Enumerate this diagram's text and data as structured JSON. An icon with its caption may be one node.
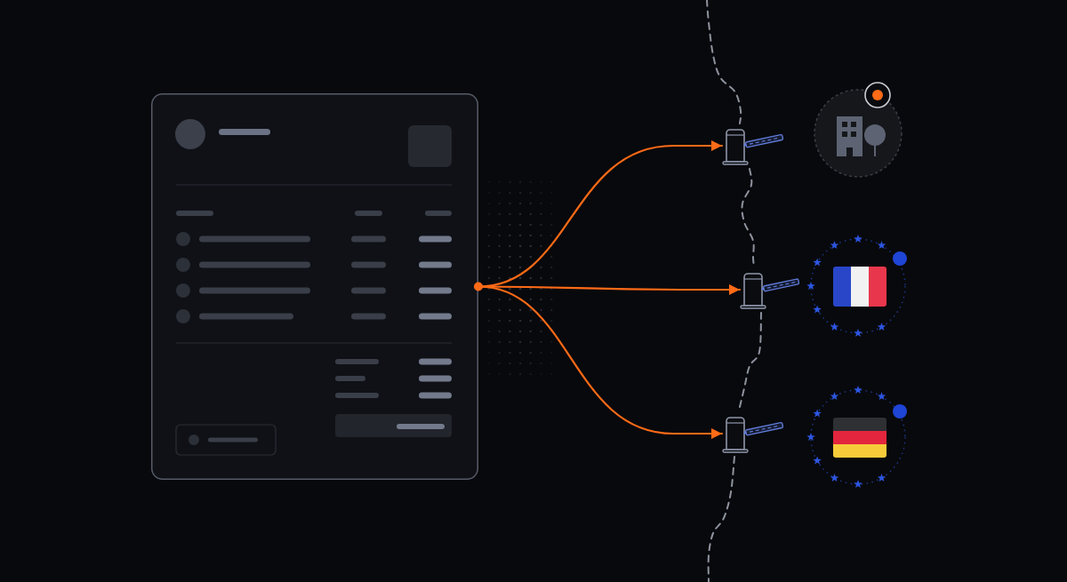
{
  "diagram": {
    "nodes": [
      {
        "text": [],
        "shape": "picture"
      },
      {
        "text": [],
        "shape": "picture"
      },
      {
        "text": [],
        "shape": "circle"
      },
      {
        "text": [],
        "shape": "picture"
      },
      {
        "text": [],
        "shape": "circle"
      },
      {
        "text": [],
        "shape": "picture"
      },
      {
        "text": [],
        "shape": "circle"
      }
    ],
    "edges": [
      {
        "from": 0,
        "to": 1,
        "arrow": "to"
      },
      {
        "from": 0,
        "to": 3,
        "arrow": "to"
      },
      {
        "from": 0,
        "to": 5,
        "arrow": "to"
      }
    ]
  }
}
